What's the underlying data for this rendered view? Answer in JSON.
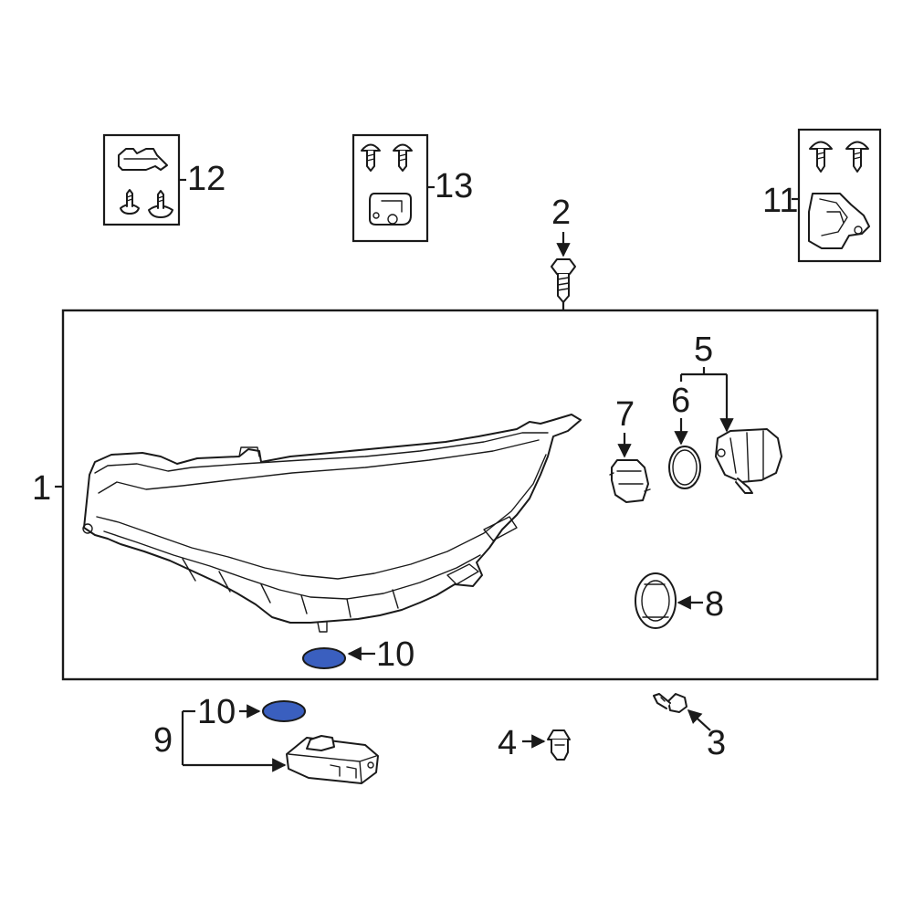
{
  "callouts": {
    "c1": "1",
    "c2": "2",
    "c3": "3",
    "c4": "4",
    "c5": "5",
    "c6": "6",
    "c7": "7",
    "c8": "8",
    "c9": "9",
    "c10_upper": "10",
    "c10_lower": "10",
    "c11": "11",
    "c12": "12",
    "c13": "13"
  },
  "colors": {
    "highlight": "#3a5fbf",
    "line": "#1a1a1a",
    "background": "#ffffff"
  }
}
